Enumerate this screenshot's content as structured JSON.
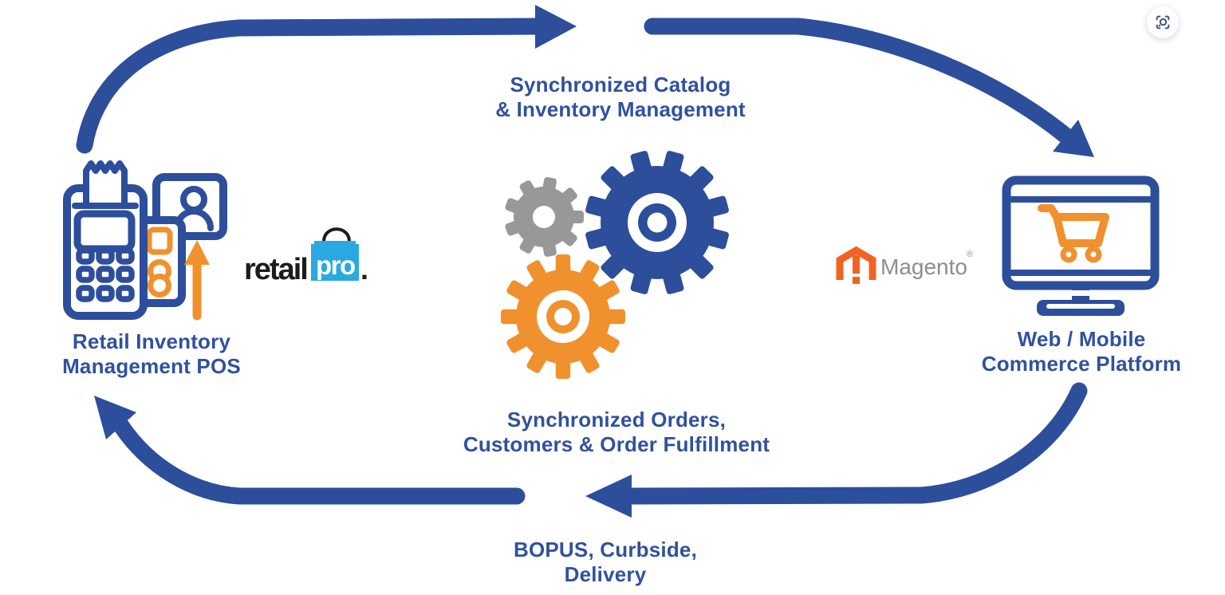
{
  "palette": {
    "background": "#ffffff",
    "blue": "#2d4e9b",
    "label_blue": "#30519e",
    "orange": "#f0912d",
    "gear_gray": "#97989a",
    "magento_orange": "#f26322",
    "magento_gray": "#8d8d8f",
    "retailpro_blue": "#29a9e0",
    "retailpro_black": "#1c1c1c",
    "scan_icon": "#3f5a76"
  },
  "labels": {
    "top_flow": {
      "line1": "Synchronized Catalog",
      "line2": "& Inventory Management"
    },
    "pos": {
      "line1": "Retail Inventory",
      "line2": "Management POS"
    },
    "commerce": {
      "line1": "Web / Mobile",
      "line2": "Commerce Platform"
    },
    "bottom_flow": {
      "line1": "Synchronized Orders,",
      "line2": "Customers & Order Fulfillment"
    },
    "fulfillment_modes": {
      "line1": "BOPUS, Curbside,",
      "line2": "Delivery"
    }
  },
  "logos": {
    "retailpro": {
      "word1": "retail",
      "word2": "pro",
      "mark": "."
    },
    "magento": {
      "name": "Magento",
      "mark": "®"
    }
  },
  "icons": {
    "gears": "synchronization-gears",
    "pos_terminal": "pos-terminal-with-customer-card",
    "monitor_cart": "ecommerce-monitor-with-cart",
    "scan_button": "lens-scan-button",
    "arrows": [
      "arrow-top-left",
      "arrow-top-right",
      "arrow-bottom-right",
      "arrow-bottom-left"
    ]
  }
}
